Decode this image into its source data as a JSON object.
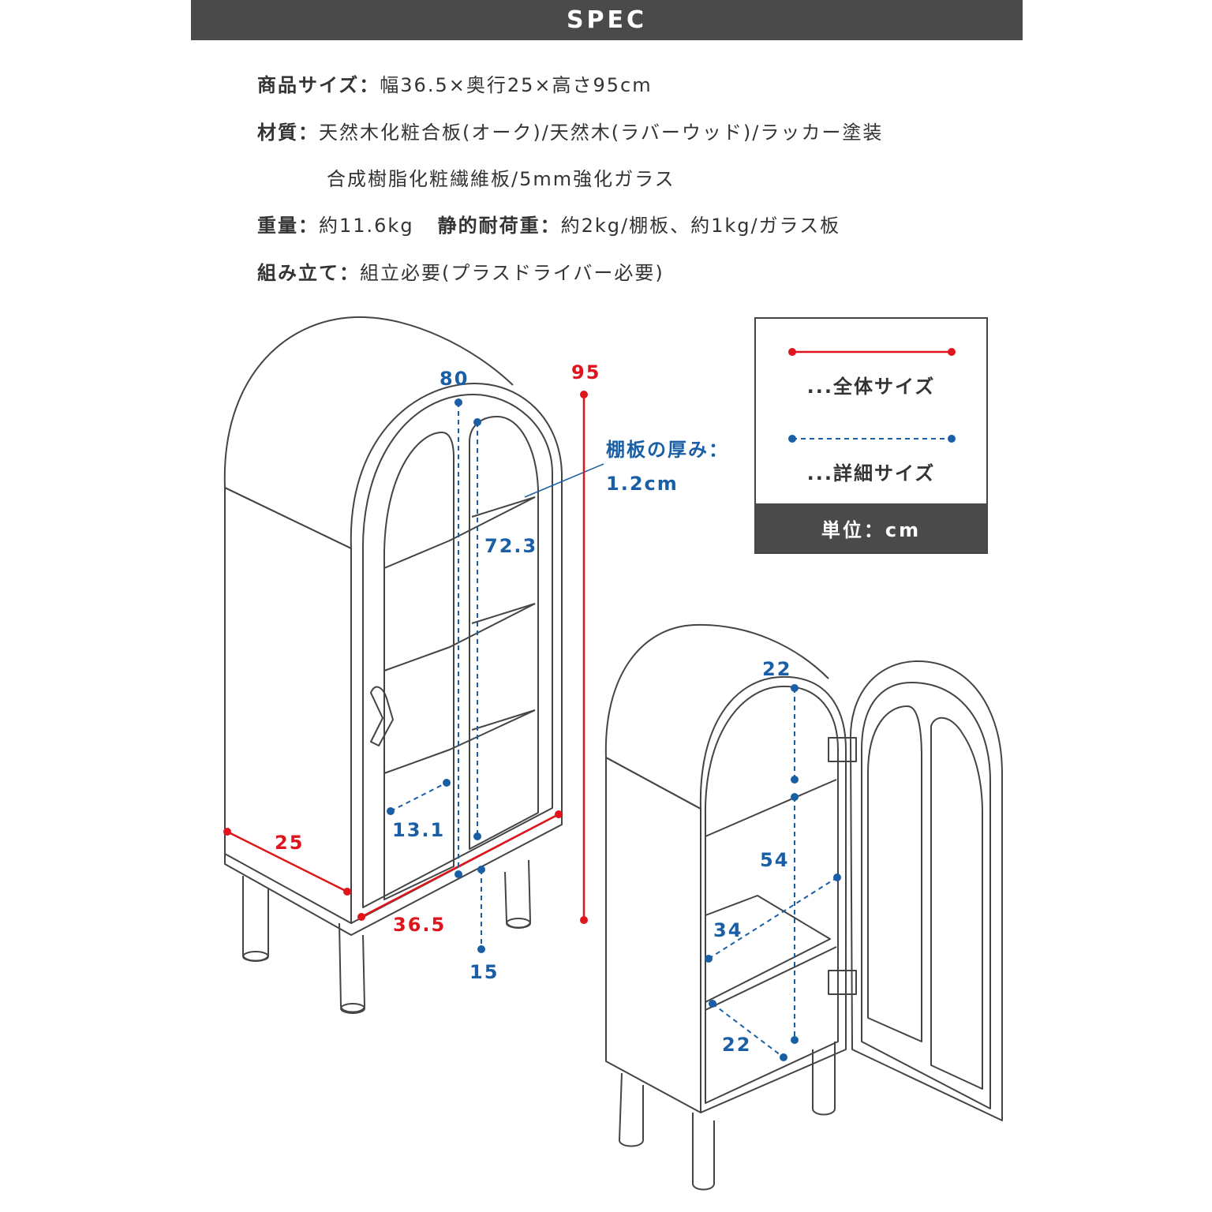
{
  "header": {
    "title": "SPEC"
  },
  "spec": {
    "size": {
      "label": "商品サイズ：",
      "value": "幅36.5×奥行25×高さ95cm"
    },
    "material": {
      "label": "材質：",
      "value": "天然木化粧合板(オーク)/天然木(ラバーウッド)/ラッカー塗装",
      "value2": "合成樹脂化粧繊維板/5mm強化ガラス"
    },
    "weight": {
      "label": "重量：",
      "value": "約11.6kg",
      "load_label": "静的耐荷重：",
      "load_value": "約2kg/棚板、約1kg/ガラス板"
    },
    "assembly": {
      "label": "組み立て：",
      "value": "組立必要(プラスドライバー必要)"
    }
  },
  "legend": {
    "overall": "...全体サイズ",
    "detail": "...詳細サイズ",
    "unit": "単位：cm",
    "overall_color": "#e0141c",
    "detail_color": "#1a5fa5"
  },
  "dims": {
    "height_total": "95",
    "depth_total": "25",
    "width_total": "36.5",
    "inner_height": "80",
    "shelf_height": "72.3",
    "inner_depth": "13.1",
    "leg_height": "15",
    "shelf_thickness_label": "棚板の厚み：",
    "shelf_thickness_value": "1.2cm",
    "open_top": "22",
    "open_height": "54",
    "open_depth": "34",
    "open_bottom": "22"
  }
}
